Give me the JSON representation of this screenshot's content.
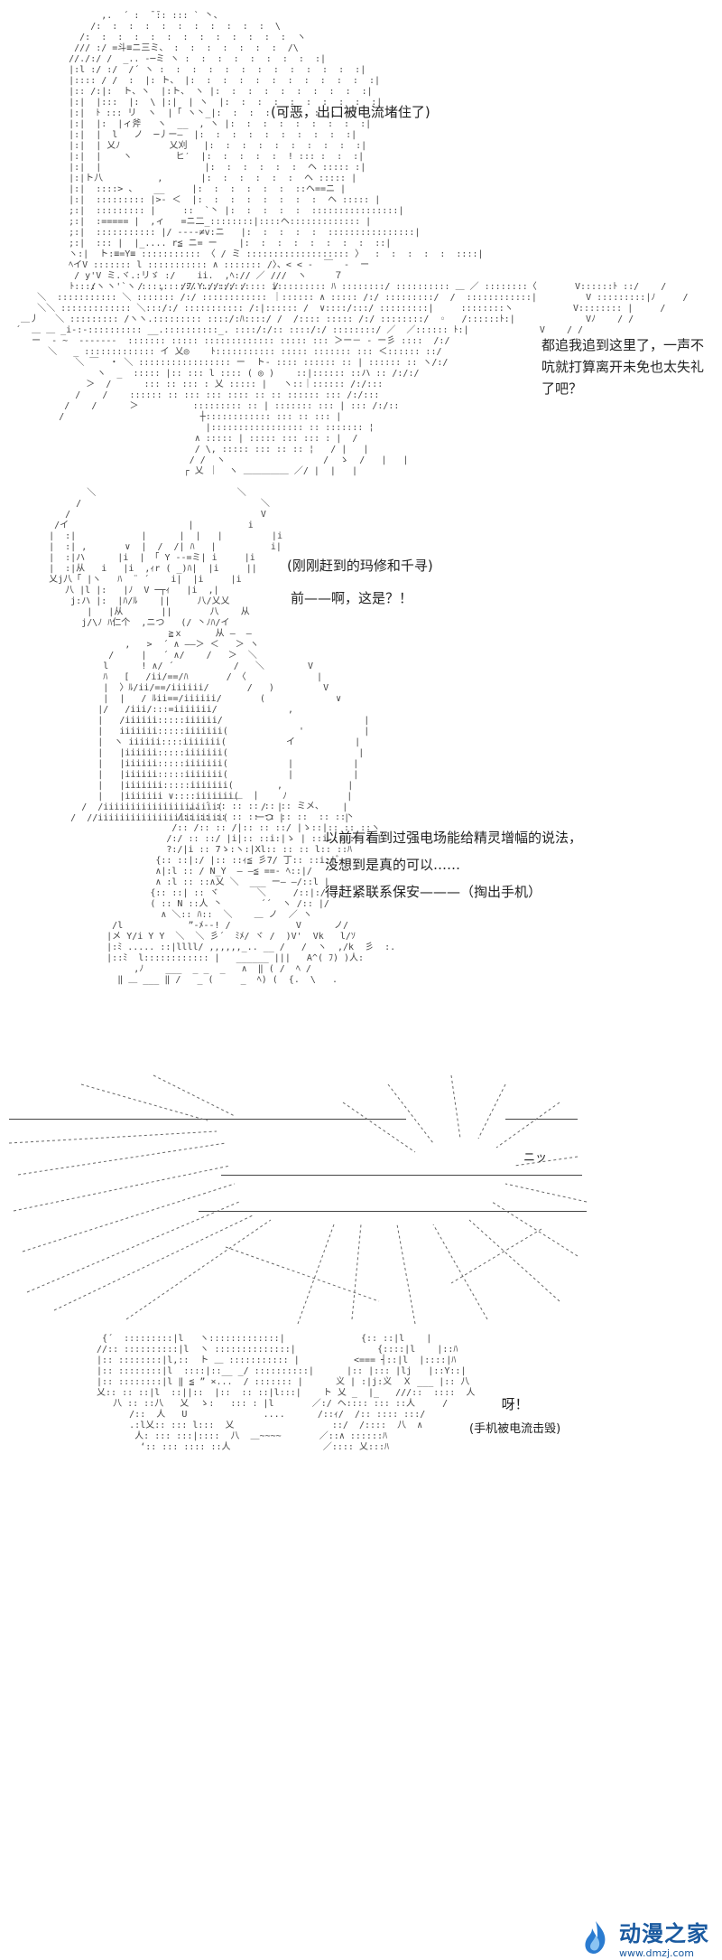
{
  "panels": [
    {
      "id": "panel-1",
      "lines": [
        "(可恶，出口被电流堵住了)"
      ]
    },
    {
      "id": "panel-2",
      "lines": [
        "都追我追到这里了，一声不",
        "吭就打算离开未免也太失礼",
        "了吧？"
      ]
    },
    {
      "id": "panel-3",
      "lines": [
        "(刚刚赶到的玛修和千寻)",
        "前——啊，这是？！"
      ]
    },
    {
      "id": "panel-4",
      "lines": [
        "以前有看到过强电场能给精灵增幅的说法，",
        "没想到是真的可以……",
        "得赶紧联系保安———（掏出手机）"
      ]
    },
    {
      "id": "panel-5",
      "lines": [
        "ニッ"
      ]
    },
    {
      "id": "panel-6",
      "lines": [
        "呀！",
        "(手机被电流击毁)"
      ]
    }
  ],
  "watermark": {
    "name": "动漫之家",
    "url": "www.dmzj.com"
  }
}
